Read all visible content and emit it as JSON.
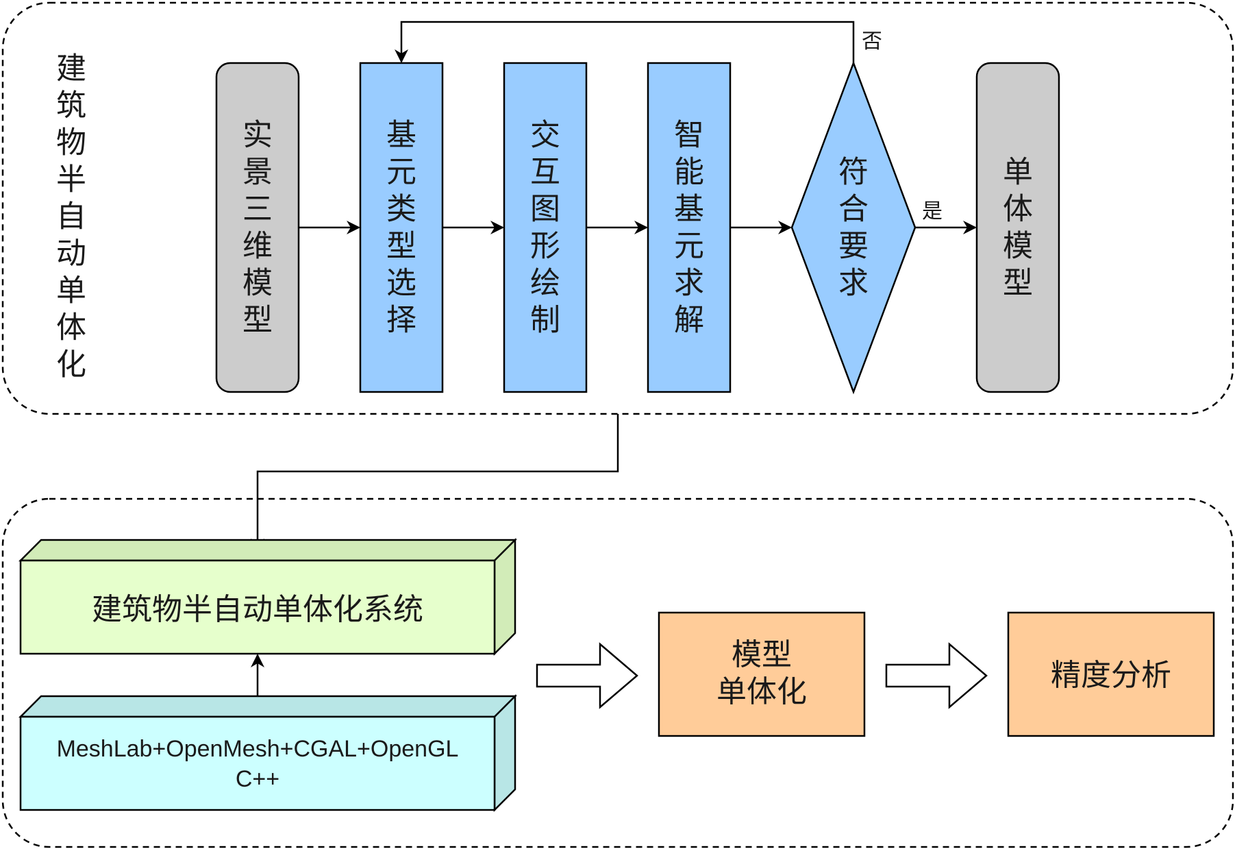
{
  "top_group": {
    "title": "建筑物半自动单体化"
  },
  "flow_nodes": [
    {
      "id": "n1",
      "text": "实景三维模型",
      "kind": "terminal",
      "fill": "#cccccc"
    },
    {
      "id": "n2",
      "text": "基元类型选择",
      "kind": "process",
      "fill": "#99ccff"
    },
    {
      "id": "n3",
      "text": "交互图形绘制",
      "kind": "process",
      "fill": "#99ccff"
    },
    {
      "id": "n4",
      "text": "智能基元求解",
      "kind": "process",
      "fill": "#99ccff"
    },
    {
      "id": "n5",
      "text": "符合要求",
      "kind": "decision",
      "fill": "#99ccff"
    },
    {
      "id": "n6",
      "text": "单体模型",
      "kind": "terminal",
      "fill": "#cccccc"
    }
  ],
  "edge_labels": {
    "no": "否",
    "yes": "是"
  },
  "bottom_group": {
    "system_box": {
      "text": "建筑物半自动单体化系统",
      "fill": "#e6ffcc"
    },
    "tech_box": {
      "line1": "MeshLab+OpenMesh+CGAL+OpenGL",
      "line2": "C++",
      "fill": "#ccffff"
    },
    "result_boxes": [
      {
        "line1": "模型",
        "line2": "单体化",
        "fill": "#ffcc99"
      },
      {
        "line1": "精度分析",
        "fill": "#ffcc99"
      }
    ]
  }
}
